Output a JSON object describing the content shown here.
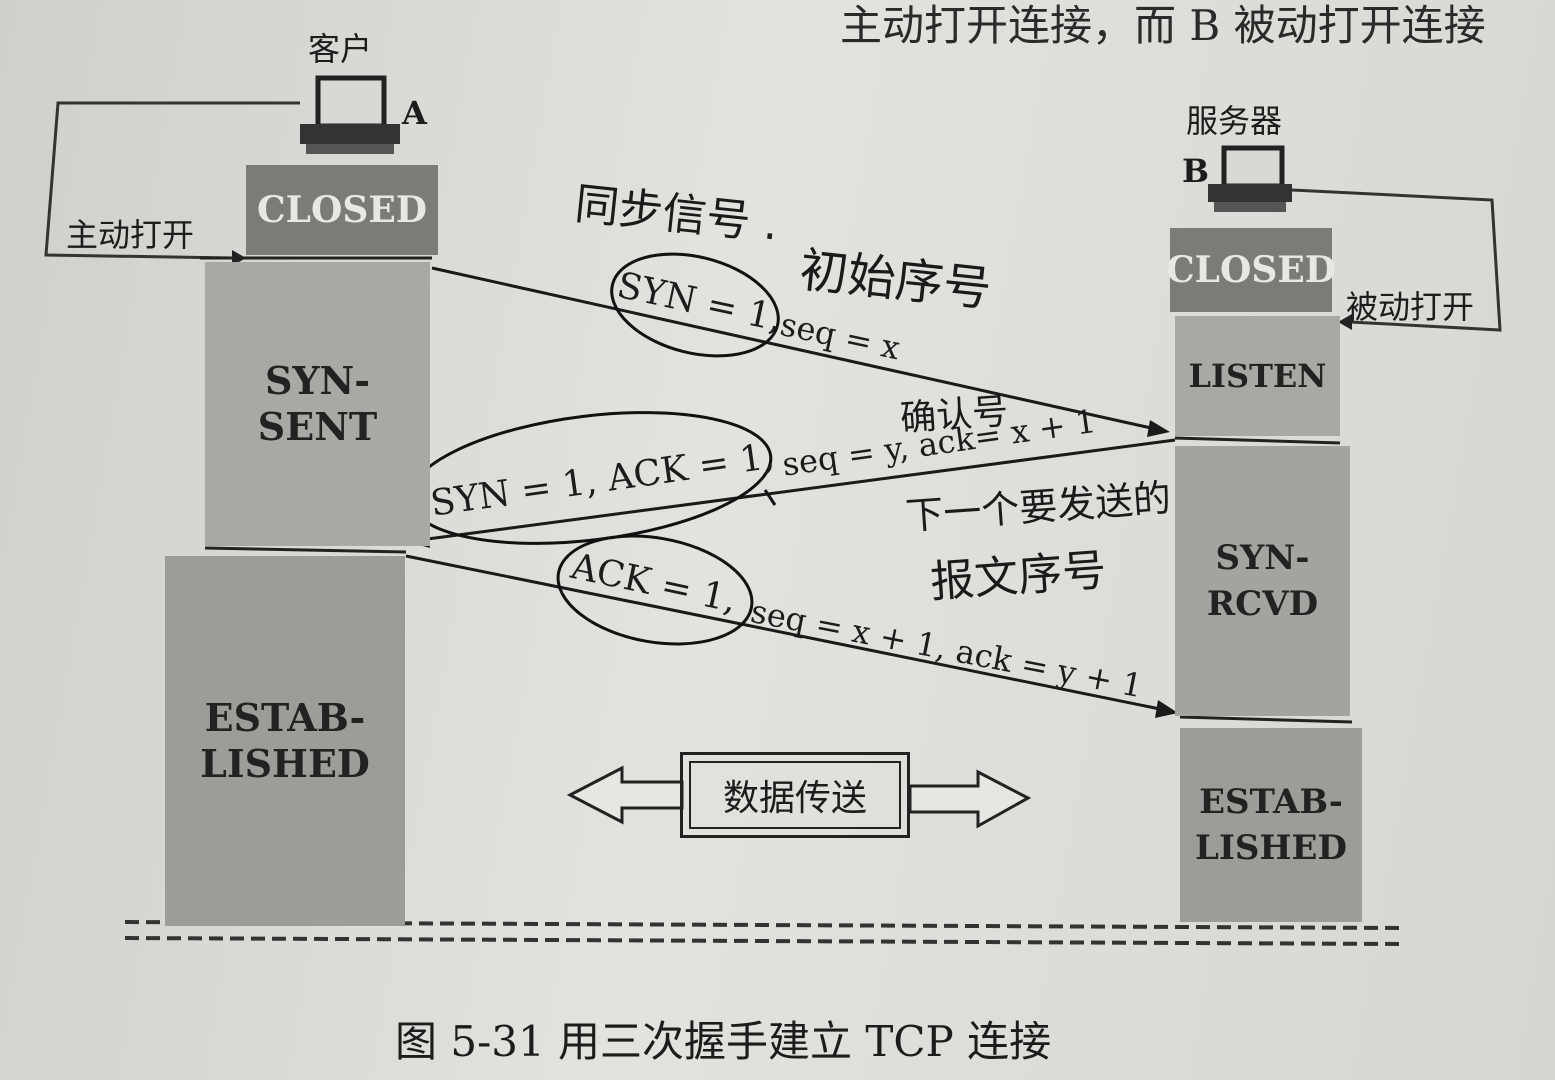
{
  "page": {
    "top_text": "主动打开连接，而 B 被动打开连接",
    "caption": "图 5-31  用三次握手建立 TCP 连接"
  },
  "client": {
    "label": "客户",
    "letter": "A",
    "open_label": "主动打开",
    "states": [
      "CLOSED",
      "SYN-\nSENT",
      "ESTAB-\nLISHED"
    ]
  },
  "server": {
    "label": "服务器",
    "letter": "B",
    "open_label": "被动打开",
    "states": [
      "CLOSED",
      "LISTEN",
      "SYN-\nRCVD",
      "ESTAB-\nLISHED"
    ]
  },
  "messages": {
    "m1_flag": "SYN = 1,",
    "m1_rest": "seq = x",
    "m2_flag": "SYN = 1, ACK = 1,",
    "m2_rest": "seq = y, ack= x + 1",
    "m3_flag": "ACK = 1,",
    "m3_rest": "seq = x + 1, ack = y + 1"
  },
  "data_transfer": "数据传送",
  "annotations": {
    "sync_signal": "同步信号 .",
    "initial_seq": "初始序号",
    "ack_number": "确认号",
    "next_seq_line1": "下一个要发送的",
    "next_seq_line2": "报文序号"
  }
}
